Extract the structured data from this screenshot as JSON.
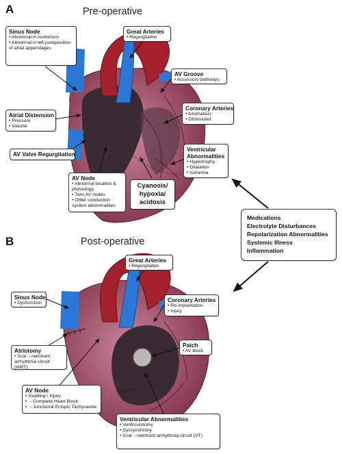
{
  "panel_a": {
    "letter": "A",
    "title": "Pre-operative",
    "sinus_node": {
      "title": "Sinus Node",
      "items": [
        "Abnormal in isomerism",
        "Abnormal in left juxtaposition of atrial appendages"
      ]
    },
    "great_arteries": {
      "title": "Great Arteries",
      "items": [
        "Regurgitation"
      ]
    },
    "av_groove": {
      "title": "AV Groove",
      "items": [
        "Accessory pathways"
      ]
    },
    "coronary_arteries": {
      "title": "Coronary Arteries",
      "items": [
        "Anomalous",
        "Obstructed"
      ]
    },
    "atrial_distension": {
      "title": "Atrial Distension",
      "items": [
        "Pressure",
        "Volume"
      ]
    },
    "av_valve_regurgitation": {
      "title": "AV Valve Regurgitation"
    },
    "ventricular_abnormalities": {
      "title": "Ventricular Abnormalities",
      "items": [
        "Hypertrophy",
        "Dilatation",
        "Ischemia"
      ]
    },
    "av_node": {
      "title": "AV Node",
      "items": [
        "Abnormal location & physiology",
        "Twin AV nodes",
        "Other conduction system abnormalities"
      ]
    },
    "cyanosis": {
      "label": "Cyanosis/ hypoxia/ acidosis"
    }
  },
  "factors": {
    "items": [
      "Medications",
      "Electrolyte Disturbances",
      "Repolarization Abnormalities",
      "Systemic Illness",
      "Inflammation"
    ]
  },
  "panel_b": {
    "letter": "B",
    "title": "Post-operative",
    "great_arteries": {
      "title": "Great Arteries",
      "items": [
        "Regurgitation"
      ]
    },
    "sinus_node": {
      "title": "Sinus Node",
      "items": [
        "Dysfunction"
      ]
    },
    "coronary_arteries": {
      "title": "Coronary Arteries",
      "items": [
        "Re-implantation",
        "Injury"
      ]
    },
    "atriotomy": {
      "title": "Atriotomy",
      "items": [
        "Scar→reentrant arrhythmia circuit (IART)"
      ]
    },
    "patch": {
      "title": "Patch",
      "items": [
        "AV block"
      ]
    },
    "av_node": {
      "title": "AV Node",
      "items": [
        "Swelling / Injury",
        "→Complete Heart Block",
        "→Junctional Ectopic Tachycardia"
      ]
    },
    "ventricular_abnormalities": {
      "title": "Ventricular Abnormalities",
      "items": [
        "Ventriculotomy",
        "Dyssynchrony",
        "Scar→reentrant arrhythmia circuit (VT)"
      ]
    }
  },
  "colors": {
    "ventricle": "#8e3b55",
    "ventricle_light": "#c9849c",
    "artery_red": "#a3202c",
    "vein_blue": "#2b78d6",
    "cavity_dark": "#3a2a33",
    "patch_gray": "#b9b9b9"
  }
}
